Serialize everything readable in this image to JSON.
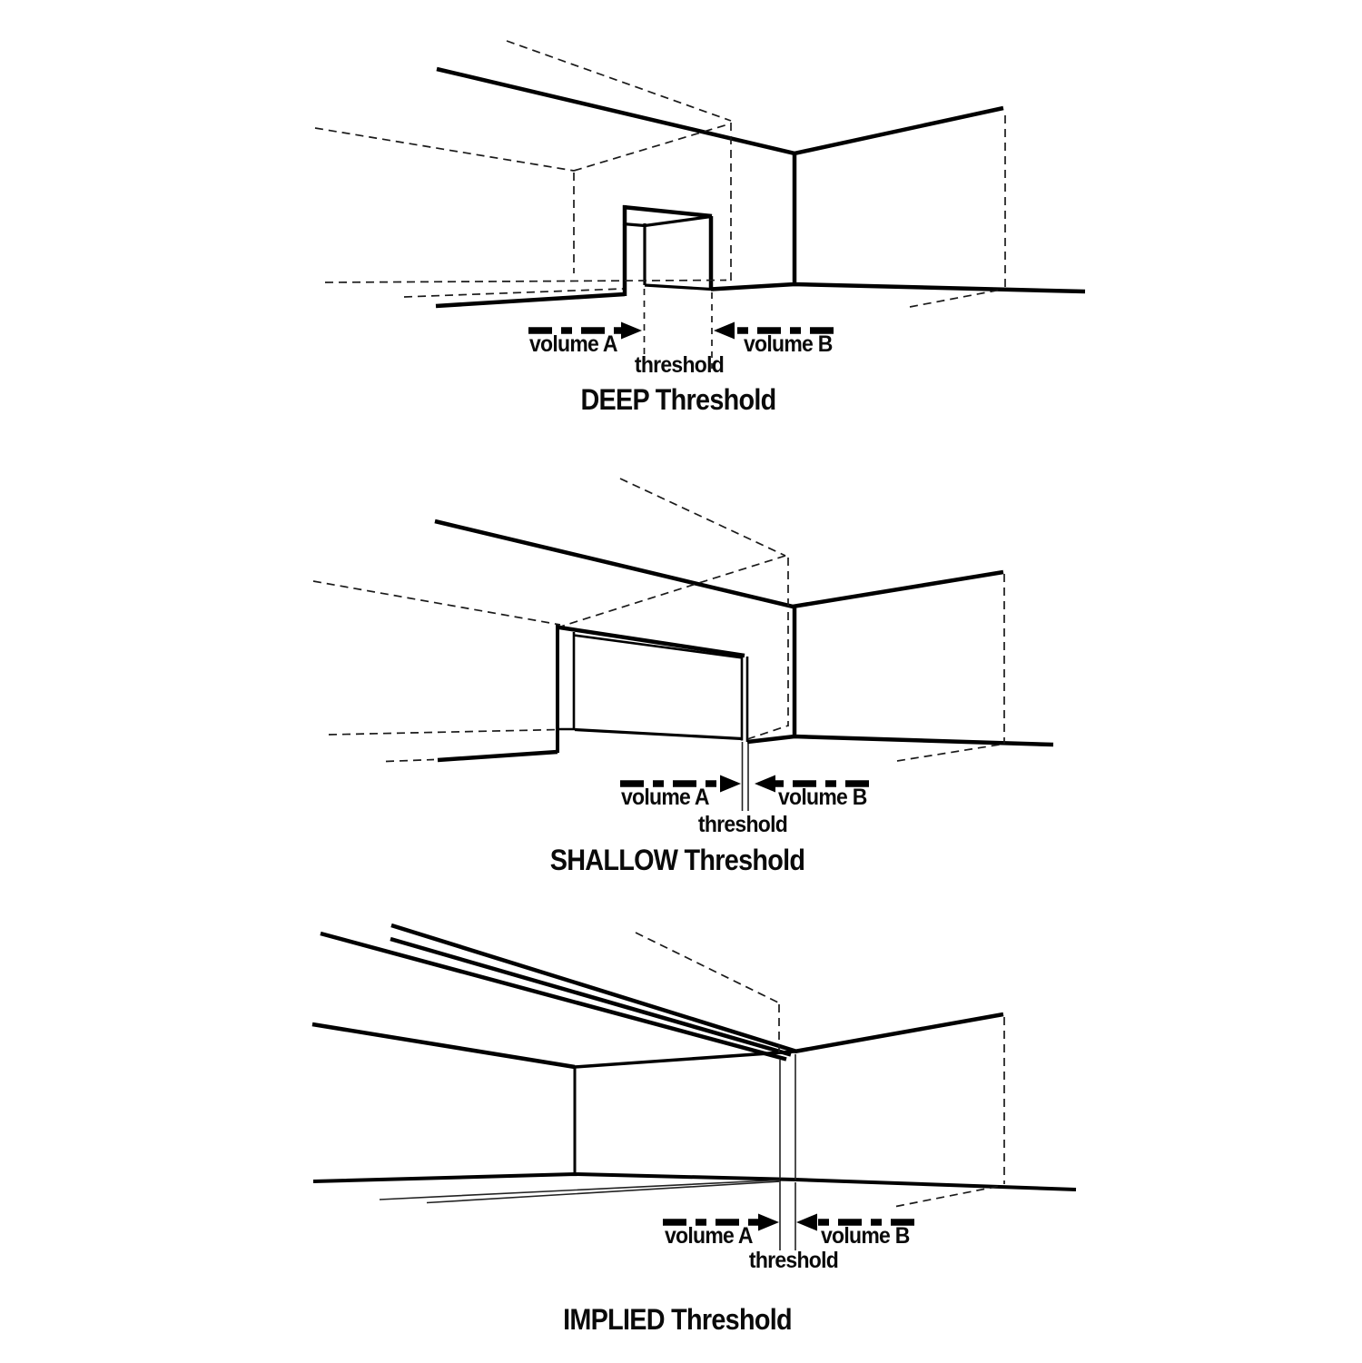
{
  "page": {
    "title": "Threshold types diagram",
    "background_color": "#ffffff",
    "line_color": "#000000",
    "text_color": "#0a0a0a"
  },
  "diagrams": [
    {
      "id": "deep",
      "caption": "DEEP Threshold",
      "volume_a": "volume A",
      "volume_b": "volume B",
      "threshold_label": "threshold"
    },
    {
      "id": "shallow",
      "caption": "SHALLOW Threshold",
      "volume_a": "volume A",
      "volume_b": "volume B",
      "threshold_label": "threshold"
    },
    {
      "id": "implied",
      "caption": "IMPLIED Threshold",
      "volume_a": "volume A",
      "volume_b": "volume B",
      "threshold_label": "threshold"
    }
  ]
}
